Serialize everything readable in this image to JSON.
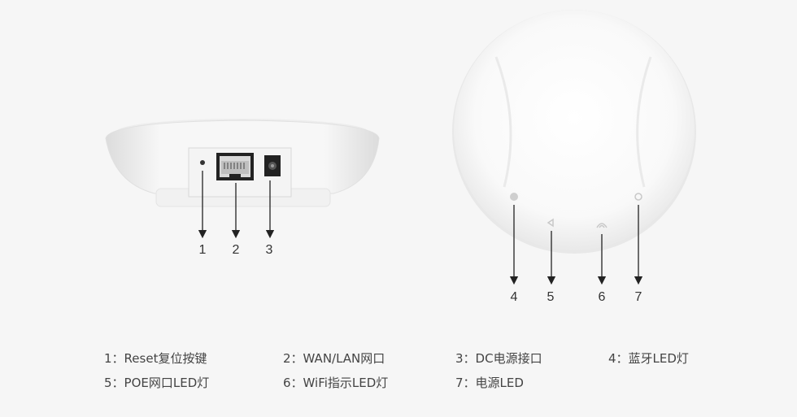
{
  "callouts": {
    "n1": "1",
    "n2": "2",
    "n3": "3",
    "n4": "4",
    "n5": "5",
    "n6": "6",
    "n7": "7"
  },
  "legend": {
    "item1": "1：Reset复位按键",
    "item2": "2：WAN/LAN网口",
    "item3": "3：DC电源接口",
    "item4": "4：蓝牙LED灯",
    "item5": "5：POE网口LED灯",
    "item6": "6：WiFi指示LED灯",
    "item7": "7：电源LED"
  },
  "colors": {
    "background": "#f6f6f6",
    "device": "#ffffff",
    "arrow": "#222222"
  },
  "icons": {
    "led4": "bluetooth-icon",
    "led5": "ethernet-icon",
    "led6": "wifi-icon",
    "led7": "power-icon"
  }
}
